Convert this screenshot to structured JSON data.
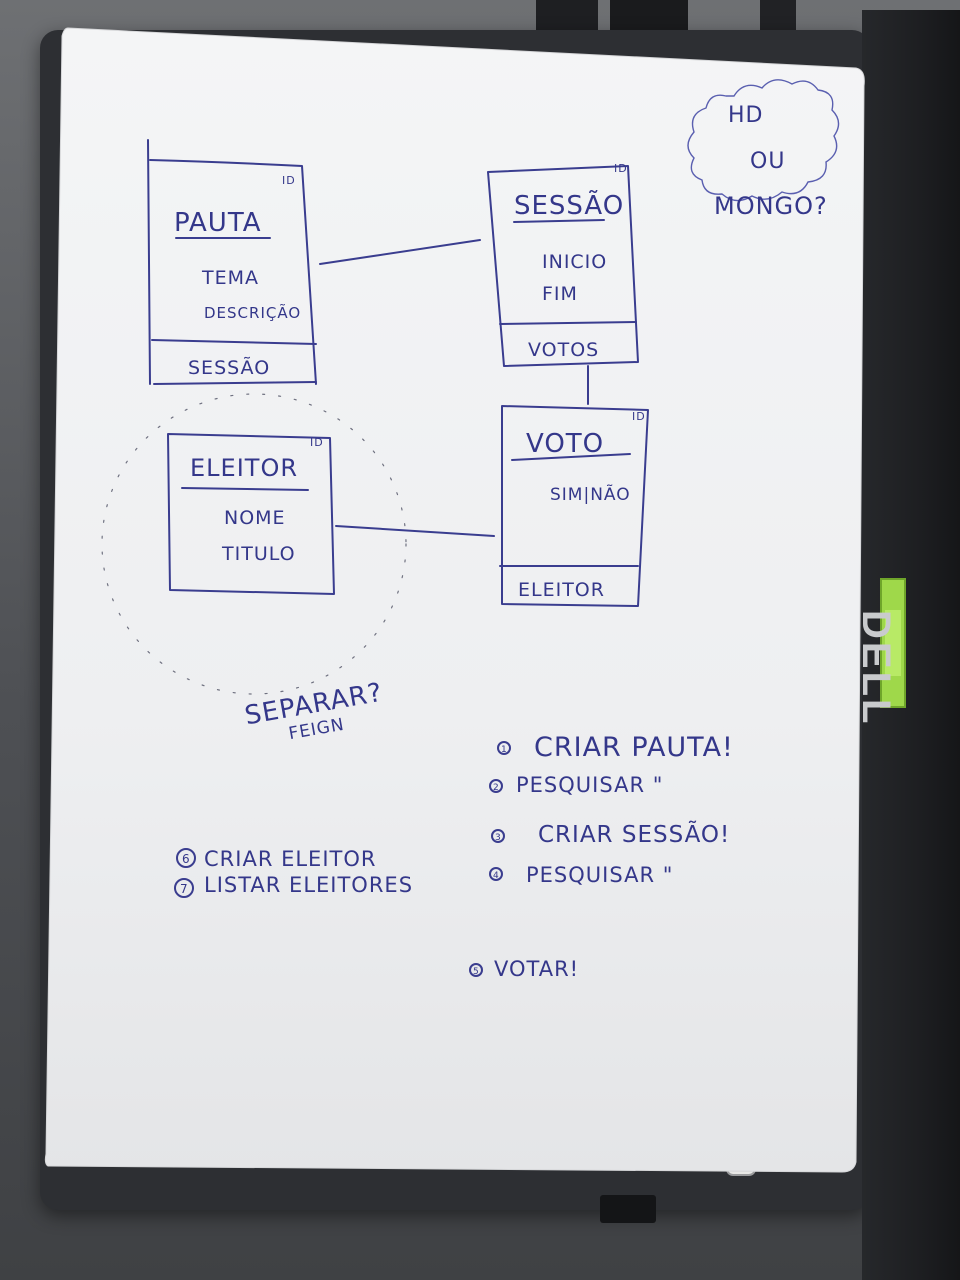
{
  "laptop": {
    "brand": "DELL",
    "sticker_color": "#9fd84a"
  },
  "ink_color": "#3a3d8f",
  "diagram": {
    "cloud_note": {
      "line1": "HD",
      "line2": "OU",
      "line3": "MONGO?"
    },
    "entities": {
      "pauta": {
        "title": "PAUTA",
        "id": "ID",
        "attributes": [
          "TEMA",
          "DESCRIÇÃO"
        ],
        "relation_field": "SESSÃO"
      },
      "sessao": {
        "title": "SESSÃO",
        "id": "ID",
        "attributes": [
          "INICIO",
          "FIM"
        ],
        "relation_field": "VOTOS"
      },
      "voto": {
        "title": "VOTO",
        "id": "ID",
        "attributes": [
          "SIM|NÃO"
        ],
        "relation_field": "ELEITOR"
      },
      "eleitor": {
        "title": "ELEITOR",
        "id": "ID",
        "attributes": [
          "NOME",
          "TITULO"
        ]
      }
    },
    "separar_note": {
      "main": "SEPARAR?",
      "sub": "FEIGN"
    },
    "steps_right": [
      {
        "num": "1",
        "text": "CRIAR PAUTA!"
      },
      {
        "num": "2",
        "text": "PESQUISAR \""
      },
      {
        "num": "3",
        "text": "CRIAR SESSÃO!"
      },
      {
        "num": "4",
        "text": "PESQUISAR \""
      }
    ],
    "steps_left": [
      {
        "num": "6",
        "text": "CRIAR ELEITOR"
      },
      {
        "num": "7",
        "text": "LISTAR ELEITORES"
      }
    ],
    "step_vote": {
      "num": "5",
      "text": "VOTAR!"
    }
  }
}
